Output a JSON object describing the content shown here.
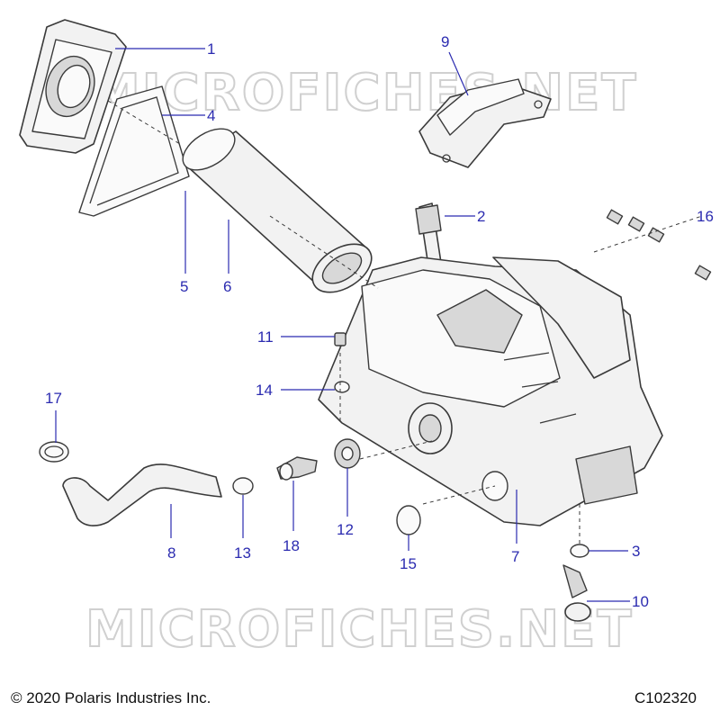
{
  "watermark": "MICROFICHES.NET",
  "copyright": "© 2020 Polaris Industries Inc.",
  "figure_code": "C102320",
  "callouts": {
    "c1": "1",
    "c2": "2",
    "c3": "3",
    "c4": "4",
    "c5": "5",
    "c6": "6",
    "c7": "7",
    "c8": "8",
    "c9": "9",
    "c10": "10",
    "c11": "11",
    "c12": "12",
    "c13": "13",
    "c14": "14",
    "c15": "15",
    "c16": "16",
    "c17": "17",
    "c18": "18"
  },
  "colors": {
    "callout": "#2b2bb0",
    "linework": "#3a3a3a",
    "watermark": "#d0d0d0"
  }
}
